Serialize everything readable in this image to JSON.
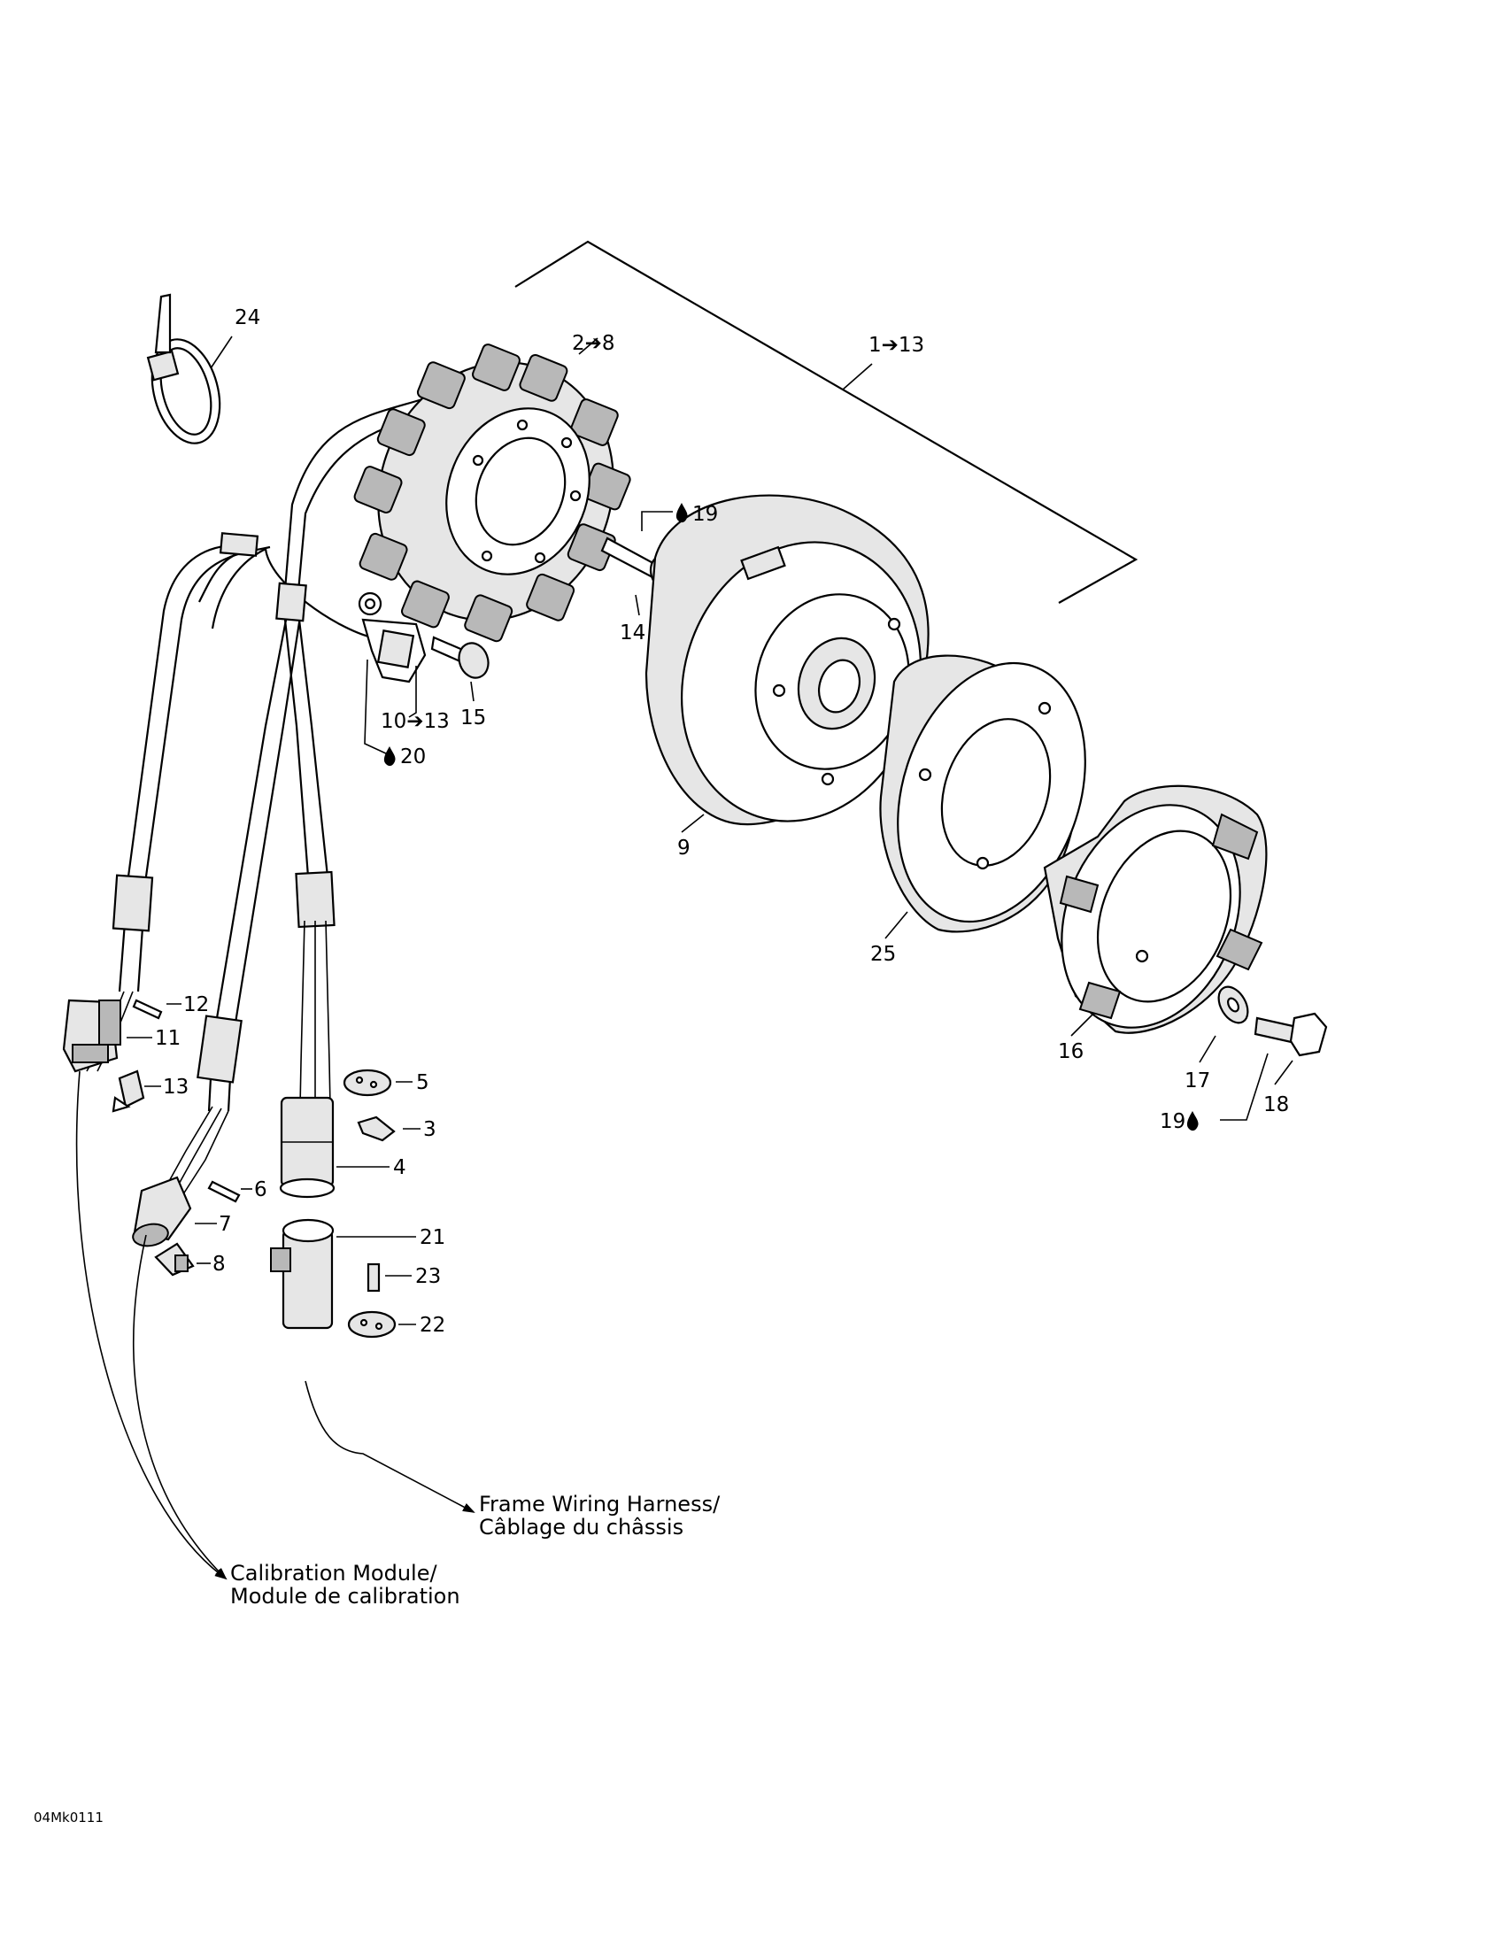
{
  "callouts": {
    "c24": "24",
    "c2_8": "2➔8",
    "c1_13": "1➔13",
    "c19a": "19",
    "c14": "14",
    "c15": "15",
    "c10_13": "10➔13",
    "c20": "20",
    "c9": "9",
    "c25": "25",
    "c16": "16",
    "c17": "17",
    "c18": "18",
    "c19b": "19",
    "c12": "12",
    "c11": "11",
    "c13": "13",
    "c5": "5",
    "c3": "3",
    "c4": "4",
    "c6": "6",
    "c7": "7",
    "c8": "8",
    "c21": "21",
    "c23": "23",
    "c22": "22"
  },
  "captions": {
    "frame_line1": "Frame Wiring Harness/",
    "frame_line2": "Câblage du châssis",
    "calib_line1": "Calibration Module/",
    "calib_line2": "Module de calibration"
  },
  "diagram_code": "04Mk0111",
  "icons": {
    "adhesive": "loctite-drop-icon"
  }
}
